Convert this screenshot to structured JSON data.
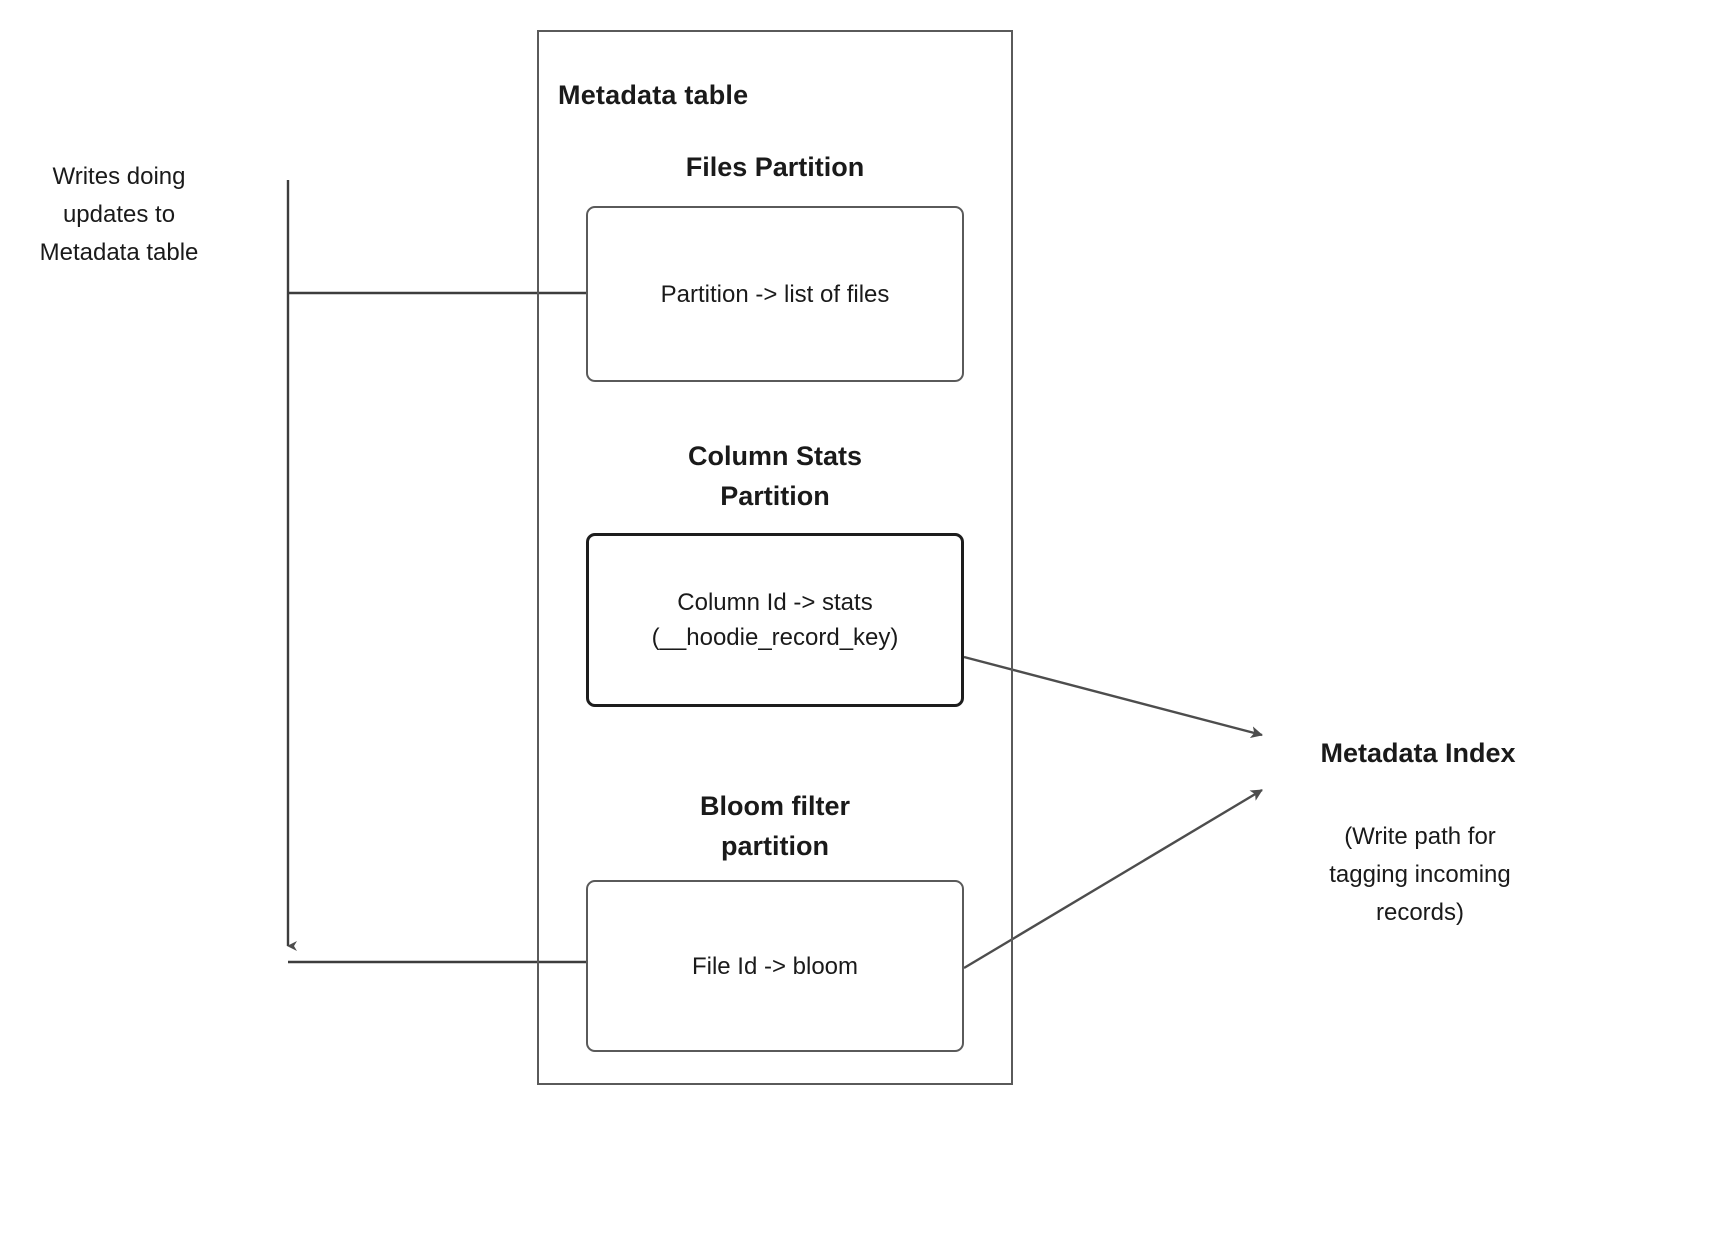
{
  "diagram": {
    "left_caption": {
      "lines": [
        "Writes doing",
        "updates to",
        "Metadata table"
      ]
    },
    "metadata_table": {
      "title": "Metadata table",
      "partitions": [
        {
          "heading_lines": [
            "Files Partition"
          ],
          "box_lines": [
            "Partition -> list of files"
          ],
          "emphasized": false
        },
        {
          "heading_lines": [
            "Column Stats",
            "Partition"
          ],
          "box_lines": [
            "Column Id  -> stats",
            "(__hoodie_record_key)"
          ],
          "emphasized": true
        },
        {
          "heading_lines": [
            "Bloom filter",
            "partition"
          ],
          "box_lines": [
            "File Id -> bloom"
          ],
          "emphasized": false
        }
      ]
    },
    "metadata_index": {
      "title": "Metadata Index",
      "caption_lines": [
        "(Write path for",
        "tagging incoming",
        "records)"
      ]
    },
    "colors": {
      "stroke": "#5a5a5a",
      "stroke_dark": "#1d1d1d",
      "arrow_fill": "#4d4d4d",
      "text": "#1a1a1a",
      "background": "#ffffff"
    }
  }
}
